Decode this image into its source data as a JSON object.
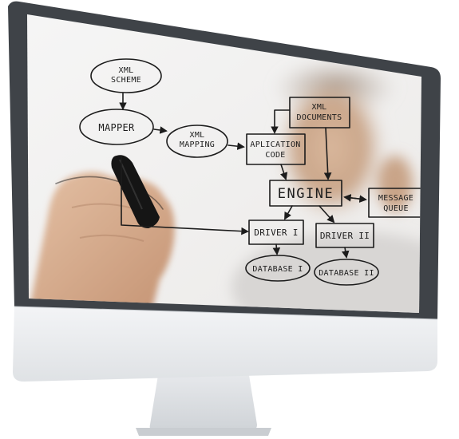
{
  "diagram": {
    "nodes": {
      "xml_scheme": [
        "XML",
        "SCHEME"
      ],
      "mapper": [
        "MAPPER"
      ],
      "xml_mapping": [
        "XML",
        "MAPPING"
      ],
      "xml_documents": [
        "XML",
        "DOCUMENTS"
      ],
      "application_code": [
        "APLICATION",
        "CODE"
      ],
      "engine": [
        "ENGINE"
      ],
      "message_queue": [
        "MESSAGE",
        "QUEUE"
      ],
      "driver_1": [
        "DRIVER I"
      ],
      "driver_2": [
        "DRIVER II"
      ],
      "database_1": [
        "DATABASE I"
      ],
      "database_2": [
        "DATABASE II"
      ]
    }
  },
  "colors": {
    "bezel": "#3f4348",
    "chin": "#e9ebed",
    "stand": "#dcdfe2",
    "ink": "#1c1c1c"
  }
}
